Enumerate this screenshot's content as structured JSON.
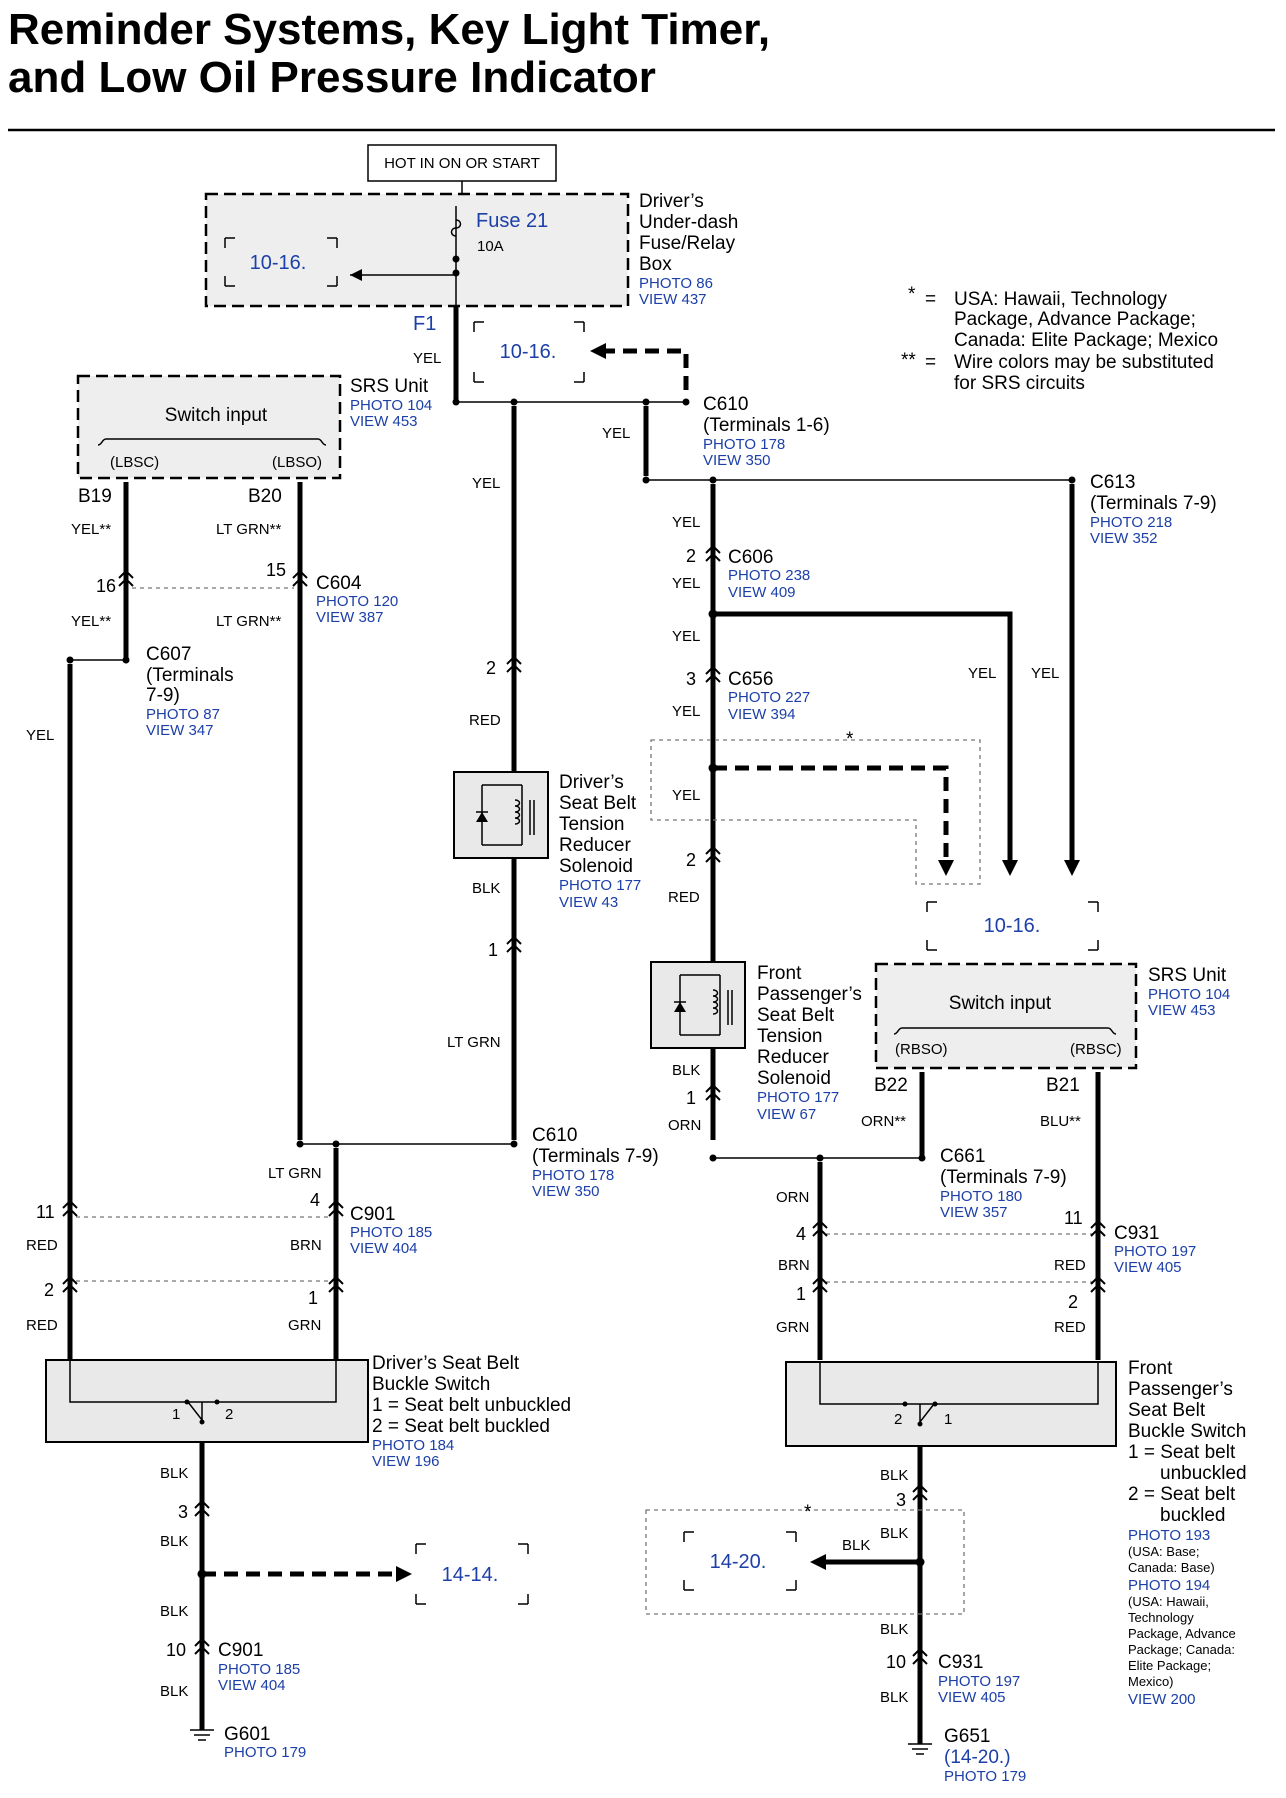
{
  "title": {
    "line1": "Reminder Systems, Key Light Timer,",
    "line2": "and Low Oil Pressure Indicator"
  },
  "power": {
    "label": "HOT IN ON OR START"
  },
  "fuse_box": {
    "fuse_name": "Fuse 21",
    "fuse_rating": "10A",
    "ref": "10-16.",
    "terminal": "F1",
    "name_lines": [
      "Driver’s",
      "Under-dash",
      "Fuse/Relay",
      "Box"
    ],
    "photo": "PHOTO 86",
    "view": "VIEW 437"
  },
  "legend": [
    {
      "symbol": "*",
      "eq": "=",
      "lines": [
        "USA: Hawaii, Technology",
        "Package, Advance Package;",
        "Canada: Elite Package; Mexico"
      ]
    },
    {
      "symbol": "**",
      "eq": "=",
      "lines": [
        "Wire colors may be substituted",
        "for SRS circuits"
      ]
    }
  ],
  "srs_left": {
    "title": "Switch input",
    "pin_a": "(LBSC)",
    "pin_b": "(LBSO)",
    "name": "SRS Unit",
    "photo": "PHOTO 104",
    "view": "VIEW 453",
    "term_a": "B19",
    "term_b": "B20"
  },
  "srs_right": {
    "title": "Switch input",
    "pin_a": "(RBSO)",
    "pin_b": "(RBSC)",
    "name": "SRS Unit",
    "photo": "PHOTO 104",
    "view": "VIEW 453",
    "term_a": "B22",
    "term_b": "B21"
  },
  "refs": {
    "r1": "10-16.",
    "r2": "10-16.",
    "r3": "14-14.",
    "r4": "14-20."
  },
  "connectors": {
    "c610a": {
      "name": "C610",
      "sub": "(Terminals 1-6)",
      "photo": "PHOTO 178",
      "view": "VIEW 350"
    },
    "c613": {
      "name": "C613",
      "sub": "(Terminals 7-9)",
      "photo": "PHOTO 218",
      "view": "VIEW 352"
    },
    "c606": {
      "name": "C606",
      "photo": "PHOTO 238",
      "view": "VIEW 409",
      "pin": "2"
    },
    "c656": {
      "name": "C656",
      "photo": "PHOTO 227",
      "view": "VIEW 394",
      "pin": "3"
    },
    "c604": {
      "name": "C604",
      "photo": "PHOTO 120",
      "view": "VIEW 387",
      "pin_a": "16",
      "pin_b": "15"
    },
    "c607": {
      "name": "C607",
      "sub1": "(Terminals",
      "sub2": "7-9)",
      "photo": "PHOTO 87",
      "view": "VIEW 347"
    },
    "c610b": {
      "name": "C610",
      "sub": "(Terminals 7-9)",
      "photo": "PHOTO 178",
      "view": "VIEW 350"
    },
    "c661": {
      "name": "C661",
      "sub": "(Terminals 7-9)",
      "photo": "PHOTO 180",
      "view": "VIEW 357"
    },
    "c901a": {
      "name": "C901",
      "photo": "PHOTO 185",
      "view": "VIEW 404"
    },
    "c931a": {
      "name": "C931",
      "photo": "PHOTO 197",
      "view": "VIEW 405"
    },
    "c901b": {
      "name": "C901",
      "photo": "PHOTO 185",
      "view": "VIEW 404",
      "pin": "10"
    },
    "c931b": {
      "name": "C931",
      "photo": "PHOTO 197",
      "view": "VIEW 405",
      "pin": "10"
    }
  },
  "pins": {
    "p_left_11": "11",
    "p_left_4": "4",
    "p_left_2": "2",
    "p_left_1": "1",
    "p_right_4": "4",
    "p_right_11": "11",
    "p_right_1": "1",
    "p_right_2": "2",
    "p_dsol_2": "2",
    "p_dsol_1": "1",
    "p_psol_2": "2",
    "p_psol_1": "1",
    "p_dgnd_3": "3",
    "p_pgnd_3": "3"
  },
  "wires": {
    "yel": "YEL",
    "yel_ss": "YEL**",
    "ltgrn_ss": "LT GRN**",
    "red": "RED",
    "blk": "BLK",
    "ltgrn": "LT GRN",
    "orn": "ORN",
    "orn_ss": "ORN**",
    "blu_ss": "BLU**",
    "brn": "BRN",
    "grn": "GRN"
  },
  "driver_solenoid": {
    "lines": [
      "Driver’s",
      "Seat Belt",
      "Tension",
      "Reducer",
      "Solenoid"
    ],
    "photo": "PHOTO 177",
    "view": "VIEW 43"
  },
  "pass_solenoid": {
    "lines": [
      "Front",
      "Passenger’s",
      "Seat Belt",
      "Tension",
      "Reducer",
      "Solenoid"
    ],
    "photo": "PHOTO 177",
    "view": "VIEW 67"
  },
  "driver_buckle": {
    "lines": [
      "Driver’s Seat Belt",
      "Buckle Switch",
      "1 = Seat belt unbuckled",
      "2 = Seat belt buckled"
    ],
    "photo": "PHOTO 184",
    "view": "VIEW 196",
    "sw_1": "1",
    "sw_2": "2"
  },
  "pass_buckle": {
    "lines": [
      "Front",
      "Passenger’s",
      "Seat Belt",
      "Buckle Switch",
      "1 = Seat belt",
      "unbuckled",
      "2 = Seat belt",
      "buckled"
    ],
    "photo1": "PHOTO 193",
    "note1": [
      "(USA: Base;",
      "Canada: Base)"
    ],
    "photo2": "PHOTO 194",
    "note2": [
      "(USA: Hawaii,",
      "Technology",
      "Package, Advance",
      "Package; Canada:",
      "Elite Package;",
      "Mexico)"
    ],
    "view": "VIEW 200",
    "sw_1": "1",
    "sw_2": "2"
  },
  "grounds": {
    "g601": {
      "name": "G601",
      "photo": "PHOTO 179"
    },
    "g651": {
      "name": "G651",
      "ref": "(14-20.)",
      "photo": "PHOTO 179"
    }
  },
  "stars": {
    "s1": "*",
    "s2": "*"
  }
}
